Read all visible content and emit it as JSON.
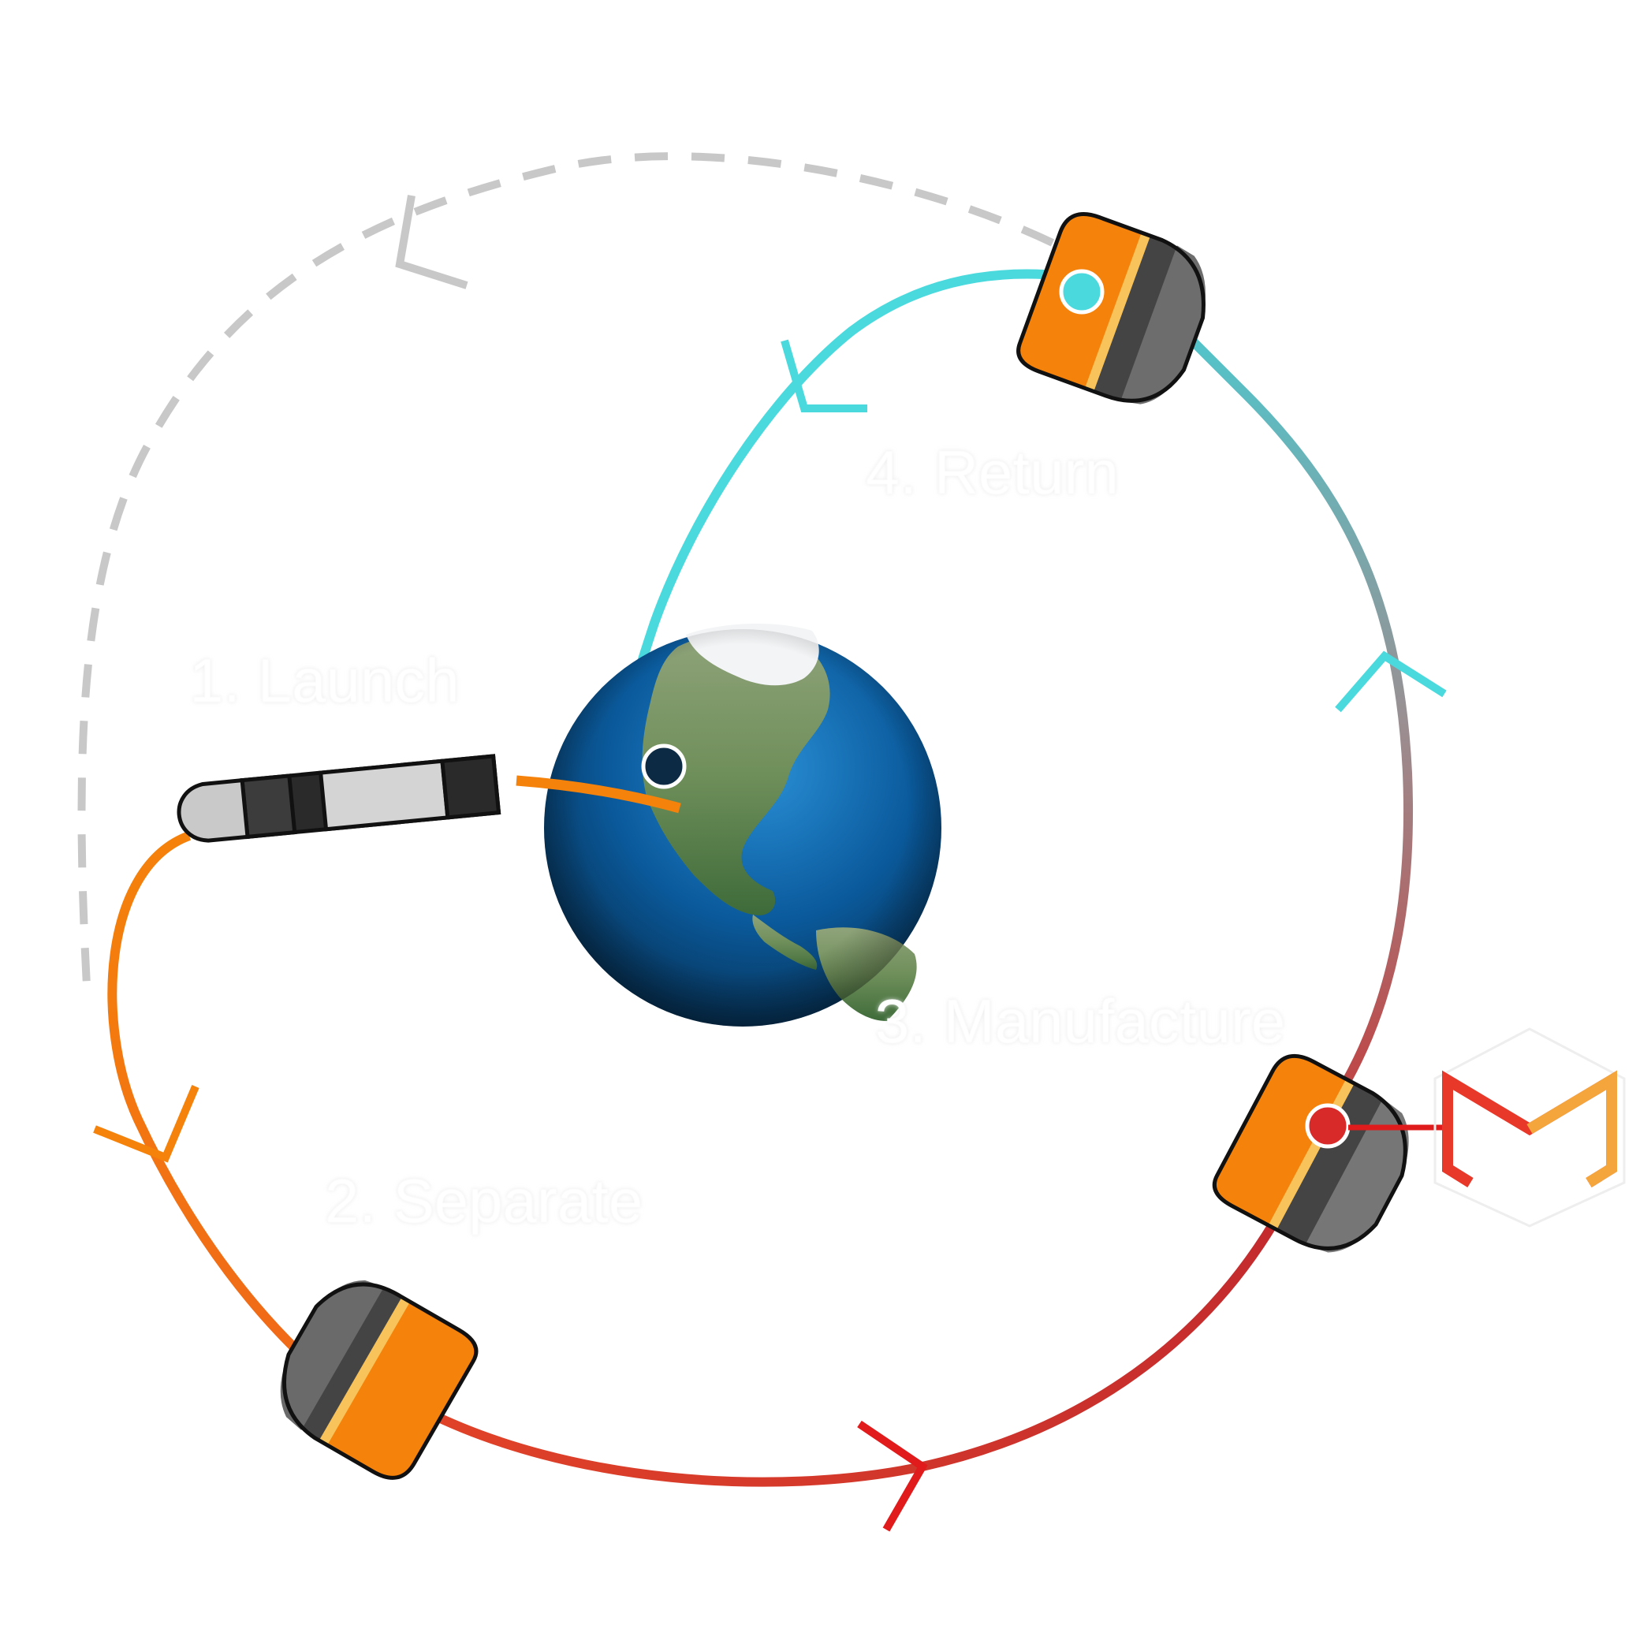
{
  "steps": [
    {
      "id": "launch",
      "label": "1. Launch"
    },
    {
      "id": "separate",
      "label": "2. Separate"
    },
    {
      "id": "manufacture",
      "label": "3. Manufacture"
    },
    {
      "id": "return",
      "label": "4. Return"
    }
  ],
  "colors": {
    "launch_path": "#f5820a",
    "orbit_path": "#d92a2a",
    "return_path": "#4ad9dd",
    "return_descent": "#5fb8c0",
    "dashed_path": "#c8c8c8",
    "capsule_orange": "#f5820a",
    "capsule_dark": "#3f3f3f",
    "capsule_stripe": "#f8c35a",
    "manufacture_marker": "#d92a2a",
    "return_marker": "#4ad9dd",
    "launch_site_marker": "#0d2a44"
  },
  "icons": {
    "earth": "earth-globe-icon",
    "rocket": "rocket-icon",
    "capsule": "capsule-icon",
    "logo": "m-logo-icon"
  }
}
